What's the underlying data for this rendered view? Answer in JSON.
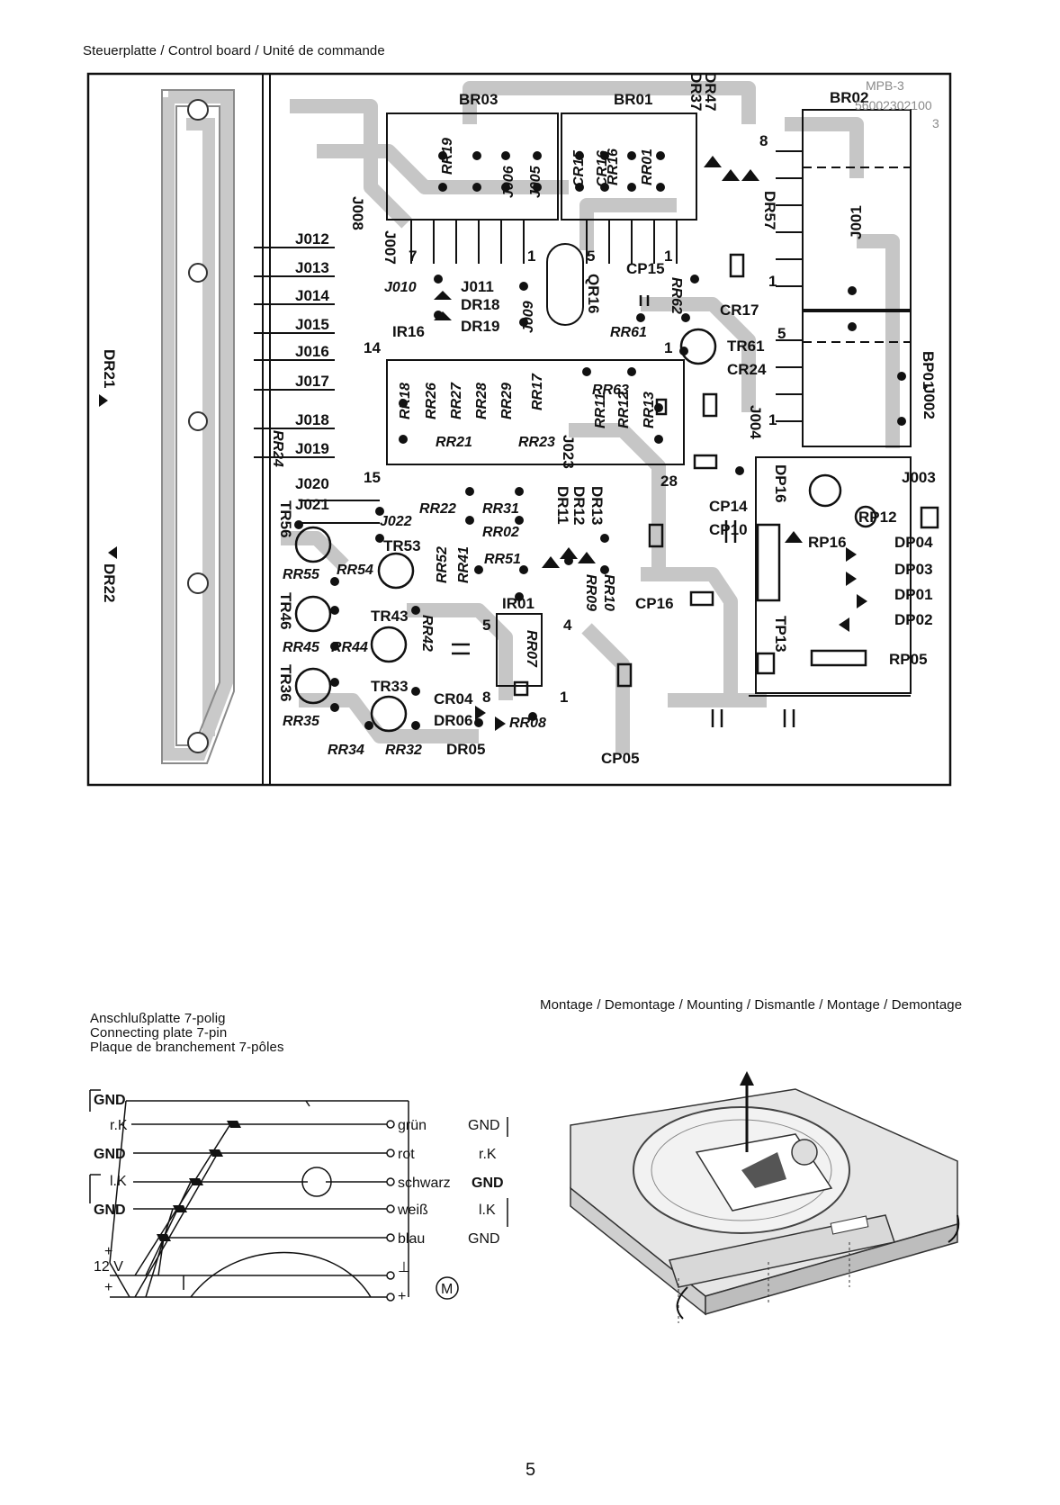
{
  "page": {
    "heading_control_board": "Steuerplatte / Control board / Unité de commande",
    "heading_connecting_plate": [
      "Anschlußplatte 7-polig",
      "Connecting plate 7-pin",
      "Plaque de branchement 7-pôles"
    ],
    "heading_mounting": "Montage / Demontage / Mounting / Dismantle / Montage / Demontage",
    "page_number": "5"
  },
  "board": {
    "corner_marks": [
      "MPB-3",
      "56002302100",
      "3"
    ],
    "bridges": [
      "BR03",
      "BR01",
      "BR02"
    ],
    "jumpers_left": [
      "J012",
      "J013",
      "J014",
      "J015",
      "J016",
      "J017",
      "J018",
      "J019",
      "J020",
      "J021"
    ],
    "jumpers_other": [
      "J008",
      "J007",
      "J006",
      "J005",
      "J010",
      "J011",
      "J009",
      "J022",
      "J023",
      "J004",
      "J001",
      "J002",
      "J003"
    ],
    "resistors": [
      "RR19",
      "RR01",
      "RR16",
      "RR18",
      "RR26",
      "RR27",
      "RR28",
      "RR29",
      "RR17",
      "RR63",
      "RR11",
      "RR12",
      "RR13",
      "RR24",
      "RR21",
      "RR23",
      "RR22",
      "RR31",
      "RR02",
      "RR52",
      "RR41",
      "RR51",
      "RR10",
      "RR09",
      "RR07",
      "RR08",
      "RR54",
      "RR55",
      "RR45",
      "RR44",
      "RR42",
      "RR35",
      "RR34",
      "RR32",
      "RR61",
      "RR62",
      "RP05",
      "RP12",
      "RP16"
    ],
    "capacitors": [
      "CR15",
      "CR16",
      "CP15",
      "CR17",
      "CR24",
      "CP14",
      "CP10",
      "CP16",
      "CR04",
      "CP05"
    ],
    "diodes": [
      "DR47",
      "DR37",
      "DR57",
      "DR18",
      "DR19",
      "DR21",
      "DR22",
      "DR11",
      "DR12",
      "DR13",
      "DR06",
      "DR05",
      "DP16",
      "DP04",
      "DP03",
      "DP01",
      "DP02"
    ],
    "transistors": [
      "TR61",
      "TR56",
      "TR53",
      "TR46",
      "TR43",
      "TR36",
      "TR33",
      "TP13"
    ],
    "ics": [
      "IR16",
      "IR01",
      "QR16",
      "BP01"
    ],
    "pin_numbers": [
      "7",
      "1",
      "5",
      "1",
      "8",
      "1",
      "5",
      "1",
      "14",
      "15",
      "28",
      "1",
      "5",
      "4",
      "8",
      "1"
    ]
  },
  "wiring": {
    "left_labels": [
      "GND",
      "r.K",
      "GND",
      "l.K",
      "GND",
      "12 V",
      "+",
      "+"
    ],
    "color_labels": [
      "grün",
      "rot",
      "schwarz",
      "weiß",
      "blau",
      "⊥",
      "+"
    ],
    "right_labels": [
      "GND",
      "r.K",
      "GND",
      "l.K",
      "GND"
    ],
    "motor_symbol": "M"
  }
}
